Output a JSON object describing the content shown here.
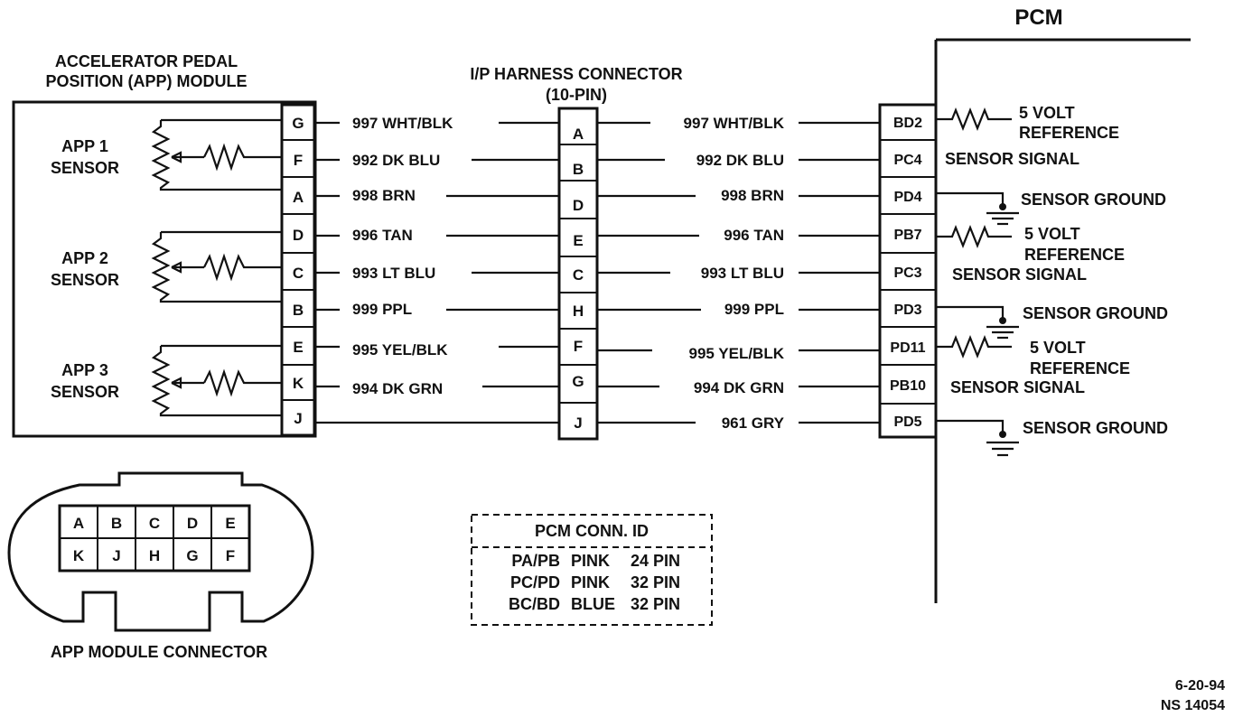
{
  "pcm_title": "PCM",
  "app_module": {
    "title_line1": "ACCELERATOR PEDAL",
    "title_line2": "POSITION (APP) MODULE",
    "sensors": [
      {
        "line1": "APP 1",
        "line2": "SENSOR"
      },
      {
        "line1": "APP 2",
        "line2": "SENSOR"
      },
      {
        "line1": "APP 3",
        "line2": "SENSOR"
      }
    ],
    "pins": [
      "G",
      "F",
      "A",
      "D",
      "C",
      "B",
      "E",
      "K",
      "J"
    ]
  },
  "harness": {
    "title_line1": "I/P HARNESS CONNECTOR",
    "title_line2": "(10-PIN)",
    "pins": [
      "A",
      "B",
      "D",
      "E",
      "C",
      "H",
      "F",
      "G",
      "J"
    ]
  },
  "wires_left": [
    "997 WHT/BLK",
    "992 DK BLU",
    "998 BRN",
    "996 TAN",
    "993 LT BLU",
    "999 PPL",
    "995 YEL/BLK",
    "994 DK GRN"
  ],
  "wires_right": [
    "997 WHT/BLK",
    "992 DK BLU",
    "998 BRN",
    "996 TAN",
    "993 LT BLU",
    "999 PPL",
    "995 YEL/BLK",
    "994 DK GRN",
    "961 GRY"
  ],
  "pcm_pins": [
    "BD2",
    "PC4",
    "PD4",
    "PB7",
    "PC3",
    "PD3",
    "PD11",
    "PB10",
    "PD5"
  ],
  "pcm_functions": {
    "ref1_line1": "5 VOLT",
    "ref1_line2": "REFERENCE",
    "sig1": "SENSOR SIGNAL",
    "gnd1": "SENSOR GROUND",
    "ref2_line1": "5 VOLT",
    "ref2_line2": "REFERENCE",
    "sig2": "SENSOR SIGNAL",
    "gnd2": "SENSOR GROUND",
    "ref3_line1": "5 VOLT",
    "ref3_line2": "REFERENCE",
    "sig3": "SENSOR SIGNAL",
    "gnd3": "SENSOR GROUND"
  },
  "app_connector": {
    "title": "APP MODULE CONNECTOR",
    "row1": [
      "A",
      "B",
      "C",
      "D",
      "E"
    ],
    "row2": [
      "K",
      "J",
      "H",
      "G",
      "F"
    ]
  },
  "pcm_conn_table": {
    "title": "PCM CONN. ID",
    "rows": [
      {
        "conn": "PA/PB",
        "color": "PINK",
        "size": "24 PIN"
      },
      {
        "conn": "PC/PD",
        "color": "PINK",
        "size": "32 PIN"
      },
      {
        "conn": "BC/BD",
        "color": "BLUE",
        "size": "32 PIN"
      }
    ]
  },
  "footer": {
    "date": "6-20-94",
    "ref": "NS 14054"
  }
}
